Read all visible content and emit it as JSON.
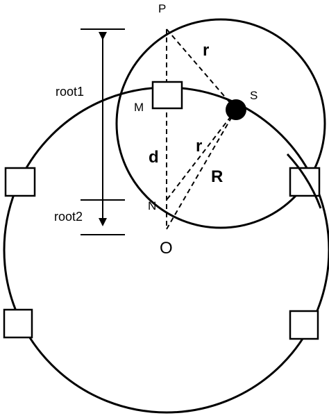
{
  "labels": {
    "P": "P",
    "S": "S",
    "M": "M",
    "N": "N",
    "O": "O",
    "r_top": "r",
    "r_mid": "r",
    "R": "R",
    "d": "d",
    "root1": "root1",
    "root2": "root2"
  },
  "colors": {
    "stroke": "#000000",
    "background": "#ffffff",
    "node_fill": "#ffffff",
    "sensor_fill": "#000000"
  }
}
